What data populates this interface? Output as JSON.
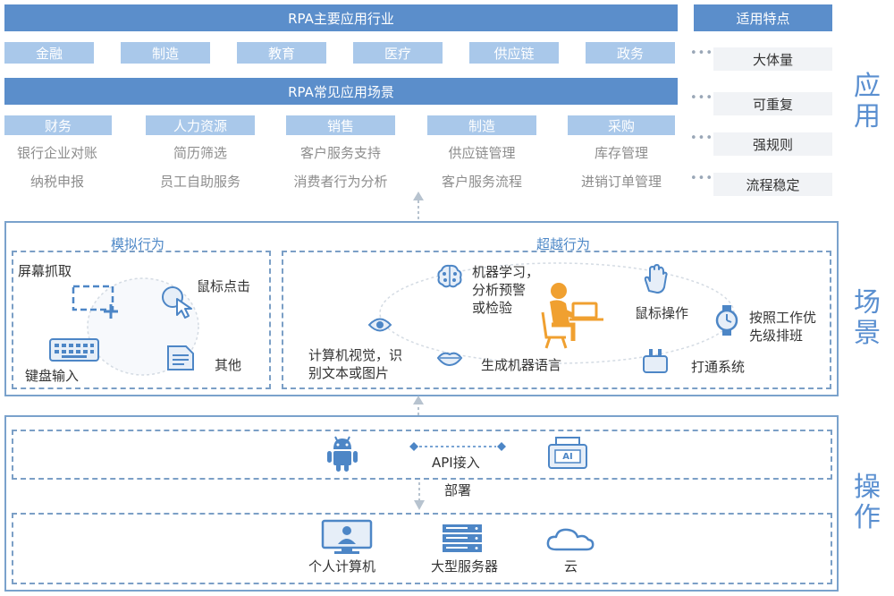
{
  "application": {
    "industries_title": "RPA主要应用行业",
    "industries": [
      "金融",
      "制造",
      "教育",
      "医疗",
      "供应链",
      "政务"
    ],
    "scenarios_title": "RPA常见应用场景",
    "departments": [
      "财务",
      "人力资源",
      "销售",
      "制造",
      "采购"
    ],
    "scenario_rows": [
      [
        "银行企业对账",
        "简历筛选",
        "客户服务支持",
        "供应链管理",
        "库存管理"
      ],
      [
        "纳税申报",
        "员工自助服务",
        "消费者行为分析",
        "客户服务流程",
        "进销订单管理"
      ]
    ],
    "features_title": "适用特点",
    "features": [
      "大体量",
      "可重复",
      "强规则",
      "流程稳定"
    ],
    "side_label": [
      "应",
      "用"
    ]
  },
  "scene": {
    "side_label": [
      "场",
      "景"
    ],
    "simulate": {
      "title": "模拟行为",
      "items": [
        "屏幕抓取",
        "鼠标点击",
        "键盘输入",
        "其他"
      ]
    },
    "beyond": {
      "title": "超越行为",
      "ml": [
        "机器学习，",
        "分析预警",
        "或检验"
      ],
      "mouse": "鼠标操作",
      "schedule": [
        "按照工作优",
        "先级排班"
      ],
      "vision": [
        "计算机视觉，识",
        "别文本或图片"
      ],
      "nlg": "生成机器语言",
      "connect": "打通系统"
    }
  },
  "operation": {
    "side_label": [
      "操",
      "作"
    ],
    "api": "API接入",
    "ai_badge": "AI",
    "deploy": "部署",
    "targets": [
      "个人计算机",
      "大型服务器",
      "云"
    ]
  },
  "colors": {
    "dark": "#5b8ecb",
    "light": "#a9c8ea",
    "accent": "#5a8fd0",
    "icon": "#4d86c6"
  }
}
